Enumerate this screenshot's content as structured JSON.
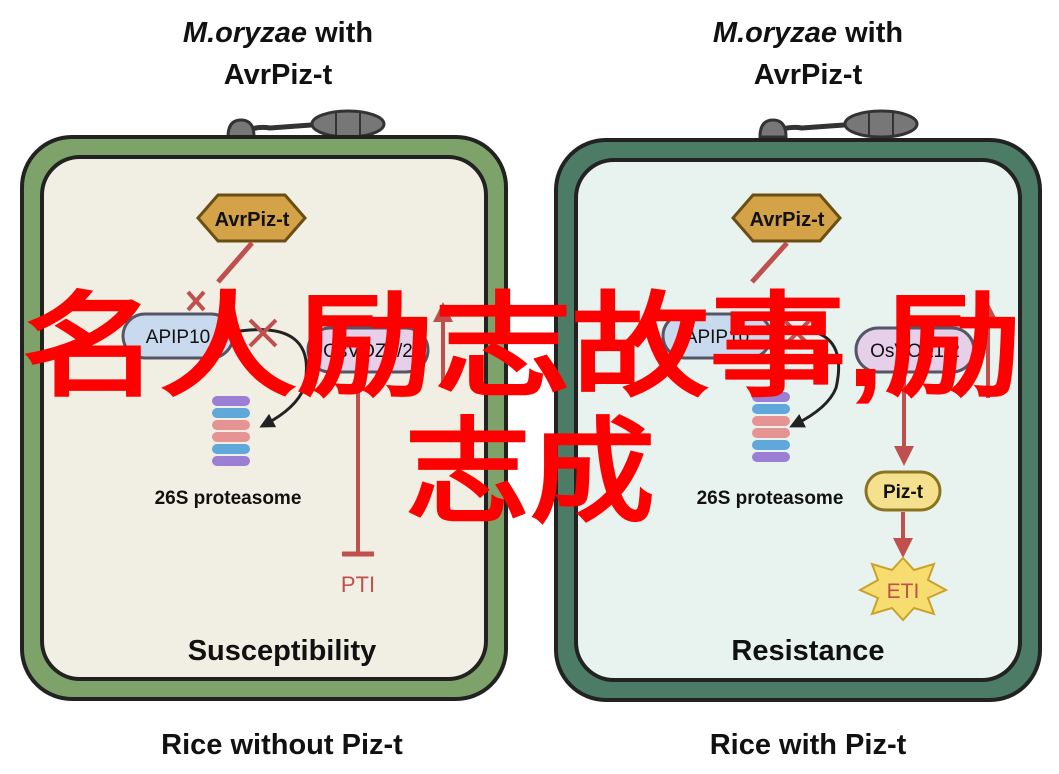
{
  "panels": {
    "left": {
      "header_italic": "M.oryzae",
      "header_rest": " with",
      "header_line2": "AvrPiz-t",
      "effector_label": "AvrPiz-t",
      "apip_label": "APIP10",
      "osvoz_label": "OsVOZ1/2",
      "proteasome_label": "26S proteasome",
      "outcome_label": "PTI",
      "result_label": "Susceptibility",
      "caption": "Rice without Piz-t"
    },
    "right": {
      "header_italic": "M.oryzae",
      "header_rest": " with",
      "header_line2": "AvrPiz-t",
      "effector_label": "AvrPiz-t",
      "apip_label": "APIP10",
      "osvoz_label": "OsVOZ1/2",
      "proteasome_label": "26S proteasome",
      "pizt_label": "Piz-t",
      "outcome_label": "ETI",
      "result_label": "Resistance",
      "caption": "Rice with Piz-t"
    }
  },
  "overlay": {
    "line1": "名人励志故事,励",
    "line2": "志成"
  },
  "colors": {
    "left_wall": "#7ea36a",
    "left_interior": "#f1efe3",
    "right_wall": "#4d7c66",
    "right_interior": "#e8f2ef",
    "effector": "#d4a247",
    "apip_fill": "#c9d9ee",
    "osvoz_fill": "#e6cfe8",
    "pizt_fill": "#f5e08e",
    "eti_fill": "#f7dc70",
    "arrow_red": "#c0504d",
    "overlay_red": "#ff0000"
  }
}
